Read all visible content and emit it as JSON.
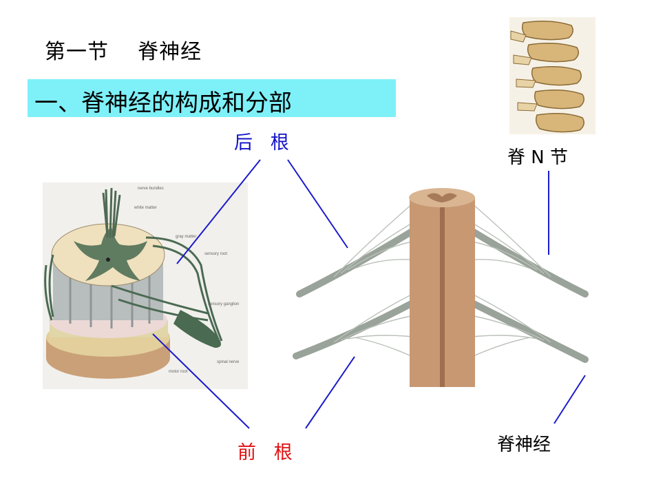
{
  "slide": {
    "title": "第一节    脊神经",
    "section_heading": "一、脊神经的构成和分部"
  },
  "labels": {
    "dorsal_root": "后   根",
    "ventral_root": "前   根",
    "vertebra_n": "脊 N 节",
    "spinal_nerve": "脊神经"
  },
  "cross_section_labels": {
    "nerve_bundles": "nerve bundles",
    "white_matter": "white matter",
    "gray_matter": "gray matter",
    "sensory_root": "sensory root",
    "sensory_ganglion": "sensory ganglion",
    "spinal_nerve": "spinal nerve",
    "motor_root": "motor root"
  },
  "colors": {
    "banner": "#7ef0f8",
    "blue_label": "#1212c8",
    "red_label": "#e01010",
    "pointer_line": "#1a1acc"
  }
}
